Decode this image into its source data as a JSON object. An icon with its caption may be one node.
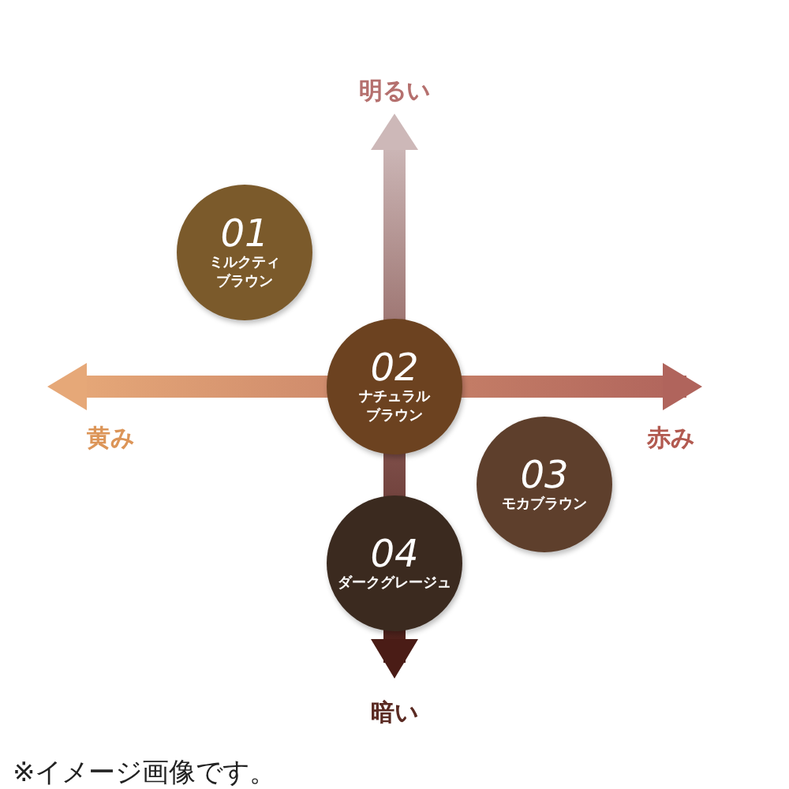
{
  "diagram": {
    "caption": "※イメージ画像です。",
    "nodes": [
      {
        "text": [
          "01",
          "ミルクティブラウン"
        ]
      },
      {
        "text": [
          "02",
          "ナチュラルブラウン"
        ]
      },
      {
        "text": [
          "03",
          "モカブラウン"
        ]
      },
      {
        "text": [
          "04",
          "ダークグレージュ"
        ]
      }
    ],
    "labels": [
      "明るい",
      "黄み",
      "赤み",
      "暗い"
    ]
  }
}
